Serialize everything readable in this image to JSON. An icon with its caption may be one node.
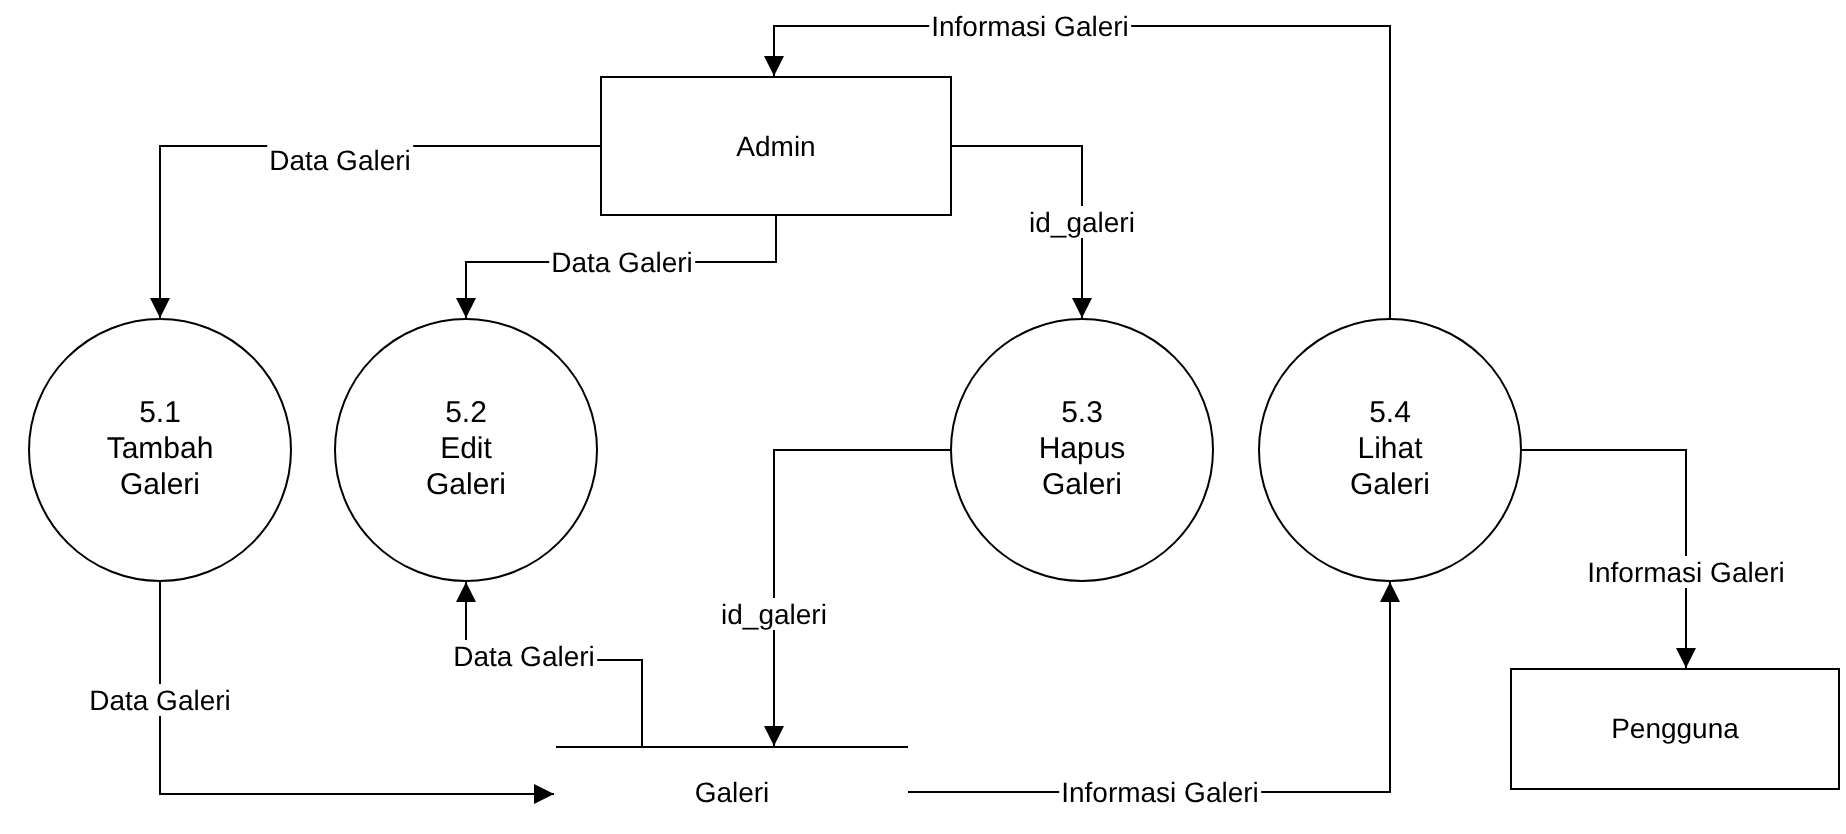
{
  "diagram": {
    "nodes": [
      {
        "text": [
          "Admin"
        ]
      },
      {
        "text": [
          "5.1",
          "Tambah Galeri"
        ]
      },
      {
        "text": [
          "5.2",
          "Edit Galeri"
        ]
      },
      {
        "text": [
          "5.3",
          "Hapus Galeri"
        ]
      },
      {
        "text": [
          "5.4",
          "Lihat Galeri"
        ]
      },
      {
        "text": [
          "Galeri"
        ]
      },
      {
        "text": [
          "Pengguna"
        ]
      }
    ],
    "edges": [
      {
        "from": 0,
        "to": 1,
        "arrow": "to",
        "label": "Data Galeri"
      },
      {
        "from": 0,
        "to": 2,
        "arrow": "to",
        "label": "Data Galeri"
      },
      {
        "from": 0,
        "to": 3,
        "arrow": "to",
        "label": "id_galeri"
      },
      {
        "from": 4,
        "to": 0,
        "arrow": "to",
        "label": "Informasi Galeri"
      },
      {
        "from": 1,
        "to": 5,
        "arrow": "to",
        "label": "Data Galeri"
      },
      {
        "from": 5,
        "to": 2,
        "arrow": "to",
        "label": "Data Galeri"
      },
      {
        "from": 3,
        "to": 5,
        "arrow": "to",
        "label": "id_galeri"
      },
      {
        "from": 5,
        "to": 4,
        "arrow": "to",
        "label": "Informasi Galeri"
      },
      {
        "from": 4,
        "to": 6,
        "arrow": "to",
        "label": "Informasi Galeri"
      }
    ]
  }
}
